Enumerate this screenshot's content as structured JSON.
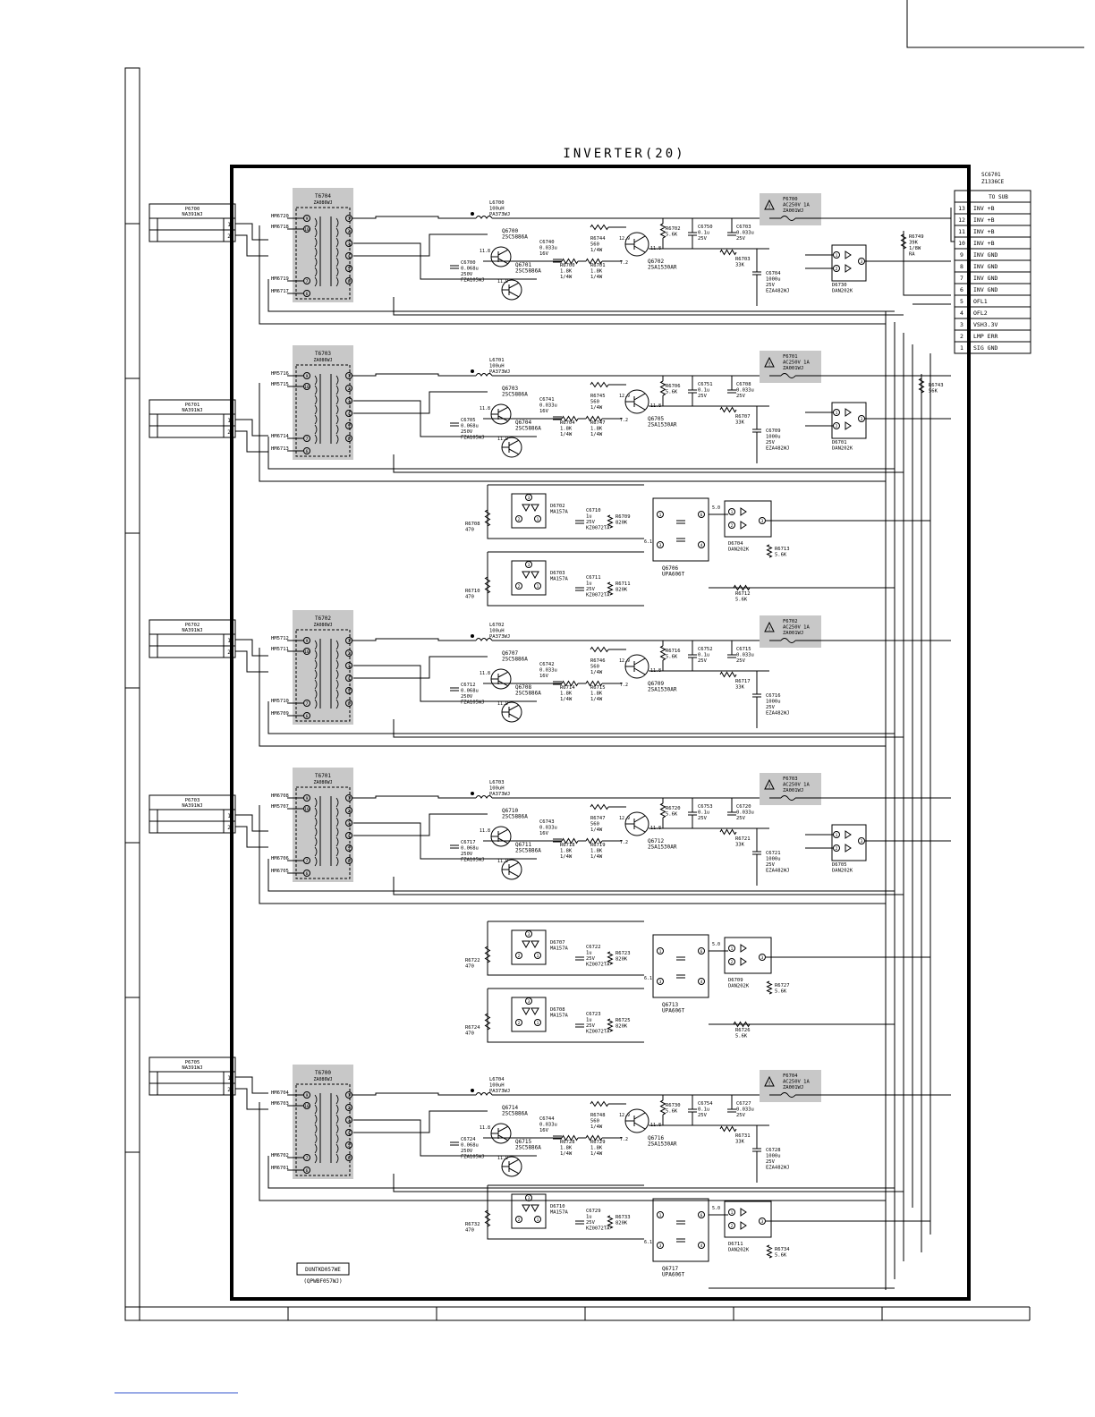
{
  "title": "INVERTER(20)",
  "module_part": "DUNTKD057WE",
  "pwb_part": "(QPWBF057WJ)",
  "sc_connector": {
    "ref": "SC6701",
    "part": "Z1336CE",
    "header": "TO SUB",
    "pins": [
      {
        "num": "13",
        "name": "INV +B"
      },
      {
        "num": "12",
        "name": "INV +B"
      },
      {
        "num": "11",
        "name": "INV +B"
      },
      {
        "num": "10",
        "name": "INV +B"
      },
      {
        "num": "9",
        "name": "INV GND"
      },
      {
        "num": "8",
        "name": "INV GND"
      },
      {
        "num": "7",
        "name": "INV GND"
      },
      {
        "num": "6",
        "name": "INV GND"
      },
      {
        "num": "5",
        "name": "OFL1"
      },
      {
        "num": "4",
        "name": "OFL2"
      },
      {
        "num": "3",
        "name": "VSH3.3V"
      },
      {
        "num": "2",
        "name": "LMP ERR"
      },
      {
        "num": "1",
        "name": "SIG GND"
      }
    ]
  },
  "left_connectors": [
    {
      "ref": "P6700",
      "part": "NA391WJ",
      "pins": [
        "1",
        "2"
      ]
    },
    {
      "ref": "P6701",
      "part": "NA391WJ",
      "pins": [
        "1",
        "2"
      ]
    },
    {
      "ref": "P6702",
      "part": "NA391WJ",
      "pins": [
        "1",
        "2"
      ]
    },
    {
      "ref": "P6703",
      "part": "NA391WJ",
      "pins": [
        "1",
        "2"
      ]
    },
    {
      "ref": "P6705",
      "part": "NA391WJ",
      "pins": [
        "1",
        "2"
      ]
    }
  ],
  "stages": [
    {
      "transformer": "T6704",
      "t_part": "ZA086WJ",
      "hm": [
        "HM6720",
        "HM6718",
        "HM6719",
        "HM6717"
      ],
      "inductor": [
        "L6700",
        "100uH",
        "PA373WJ"
      ],
      "q_upper": [
        "Q6700",
        "2SC5886A"
      ],
      "q_lower": [
        "Q6701",
        "2SC5886A"
      ],
      "q_pnp": [
        "Q6702",
        "2SA1530AR"
      ],
      "c_tank": [
        "C6700",
        "0.068u",
        "250V",
        "FZA105WJ"
      ],
      "c_base": [
        "C6740",
        "0.033u",
        "16V"
      ],
      "r_a": [
        "R6700",
        "1.8K",
        "1/4W"
      ],
      "r_b": [
        "R6701",
        "1.8K",
        "1/4W"
      ],
      "r_c": [
        "R6744",
        "560",
        "1/4W"
      ],
      "r_d": [
        "R6702",
        "5.6K"
      ],
      "c_a": [
        "C6750",
        "0.1u",
        "25V"
      ],
      "c_b": [
        "C6703",
        "0.033u",
        "25V"
      ],
      "r_e": [
        "R6703",
        "33K"
      ],
      "c_big": [
        "C6704",
        "1000u",
        "25V",
        "EZA482WJ"
      ],
      "fuse": [
        "F6700",
        "AC250V 1A",
        "ZA001WJ"
      ],
      "diode": [
        "D6730",
        "DAN202K"
      ]
    },
    {
      "transformer": "T6703",
      "t_part": "ZA086WJ",
      "hm": [
        "HM5716",
        "HM5715",
        "HM6714",
        "HM6713"
      ],
      "inductor": [
        "L6701",
        "100uH",
        "PA373WJ"
      ],
      "q_upper": [
        "Q6703",
        "2SC5886A"
      ],
      "q_lower": [
        "Q6704",
        "2SC5886A"
      ],
      "q_pnp": [
        "Q6705",
        "2SA1530AR"
      ],
      "c_tank": [
        "C6705",
        "0.068u",
        "250V",
        "FZA105WJ"
      ],
      "c_base": [
        "C6741",
        "0.033u",
        "16V"
      ],
      "r_a": [
        "R6704",
        "1.8K",
        "1/4W"
      ],
      "r_b": [
        "R6747",
        "1.8K",
        "1/4W"
      ],
      "r_c": [
        "R6745",
        "560",
        "1/4W"
      ],
      "r_d": [
        "R6706",
        "5.6K"
      ],
      "c_a": [
        "C6751",
        "0.1u",
        "25V"
      ],
      "c_b": [
        "C6708",
        "0.033u",
        "25V"
      ],
      "r_e": [
        "R6707",
        "33K"
      ],
      "c_big": [
        "C6709",
        "1000u",
        "25V",
        "EZA482WJ"
      ],
      "fuse": [
        "F6701",
        "AC250V 1A",
        "ZA001WJ"
      ],
      "diode": [
        "D6701",
        "DAN202K"
      ]
    },
    {
      "transformer": "T6702",
      "t_part": "ZA086WJ",
      "hm": [
        "HM5712",
        "HM5711",
        "HM5710",
        "HM6709"
      ],
      "inductor": [
        "L6702",
        "100uH",
        "PA373WJ"
      ],
      "q_upper": [
        "Q6707",
        "2SC5886A"
      ],
      "q_lower": [
        "Q6708",
        "2SC5886A"
      ],
      "q_pnp": [
        "Q6709",
        "2SA1530AR"
      ],
      "c_tank": [
        "C6712",
        "0.068u",
        "250V",
        "FZA105WJ"
      ],
      "c_base": [
        "C6742",
        "0.033u",
        "16V"
      ],
      "r_a": [
        "R6714",
        "1.8K",
        "1/4W"
      ],
      "r_b": [
        "R6715",
        "1.8K",
        "1/4W"
      ],
      "r_c": [
        "R6746",
        "560",
        "1/4W"
      ],
      "r_d": [
        "R6716",
        "5.6K"
      ],
      "c_a": [
        "C6752",
        "0.1u",
        "25V"
      ],
      "c_b": [
        "C6715",
        "0.033u",
        "25V"
      ],
      "r_e": [
        "R6717",
        "33K"
      ],
      "c_big": [
        "C6716",
        "1000u",
        "25V",
        "EZA482WJ"
      ],
      "fuse": [
        "F6702",
        "AC250V 1A",
        "ZA001WJ"
      ],
      "diode": [
        "",
        ""
      ]
    },
    {
      "transformer": "T6701",
      "t_part": "ZA086WJ",
      "hm": [
        "HM6708",
        "HM5707",
        "HM6706",
        "HM6705"
      ],
      "inductor": [
        "L6703",
        "100uH",
        "PA373WJ"
      ],
      "q_upper": [
        "Q6710",
        "2SC5886A"
      ],
      "q_lower": [
        "Q6711",
        "2SC5886A"
      ],
      "q_pnp": [
        "Q6712",
        "2SA1530AR"
      ],
      "c_tank": [
        "C6717",
        "0.068u",
        "250V",
        "FZA105WJ"
      ],
      "c_base": [
        "C6743",
        "0.033u",
        "16V"
      ],
      "r_a": [
        "R6718",
        "1.8K",
        "1/4W"
      ],
      "r_b": [
        "R6719",
        "1.8K",
        "1/4W"
      ],
      "r_c": [
        "R6747",
        "560",
        "1/4W"
      ],
      "r_d": [
        "R6720",
        "5.6K"
      ],
      "c_a": [
        "C6753",
        "0.1u",
        "25V"
      ],
      "c_b": [
        "C6720",
        "0.033u",
        "25V"
      ],
      "r_e": [
        "R6721",
        "33K"
      ],
      "c_big": [
        "C6721",
        "1000u",
        "25V",
        "EZA482WJ"
      ],
      "fuse": [
        "F6703",
        "AC250V 1A",
        "ZA001WJ"
      ],
      "diode": [
        "D6705",
        "DAN202K"
      ]
    },
    {
      "transformer": "T6700",
      "t_part": "ZA086WJ",
      "hm": [
        "HM6704",
        "HM6703",
        "HM6702",
        "HM6701"
      ],
      "inductor": [
        "L6704",
        "100uH",
        "PA373WJ"
      ],
      "q_upper": [
        "Q6714",
        "2SC5886A"
      ],
      "q_lower": [
        "Q6715",
        "2SC5886A"
      ],
      "q_pnp": [
        "Q6716",
        "2SA1530AR"
      ],
      "c_tank": [
        "C6724",
        "0.068u",
        "250V",
        "FZA105WJ"
      ],
      "c_base": [
        "C6744",
        "0.033u",
        "16V"
      ],
      "r_a": [
        "R6728",
        "1.8K",
        "1/4W"
      ],
      "r_b": [
        "R6729",
        "1.8K",
        "1/4W"
      ],
      "r_c": [
        "R6748",
        "560",
        "1/4W"
      ],
      "r_d": [
        "R6730",
        "5.6K"
      ],
      "c_a": [
        "C6754",
        "0.1u",
        "25V"
      ],
      "c_b": [
        "C6727",
        "0.033u",
        "25V"
      ],
      "r_e": [
        "R6731",
        "33K"
      ],
      "c_big": [
        "C6728",
        "1000u",
        "25V",
        "EZA482WJ"
      ],
      "fuse": [
        "F6704",
        "AC250V 1A",
        "ZA001WJ"
      ],
      "diode": [
        "",
        ""
      ]
    }
  ],
  "right_resistors": [
    {
      "ref": "R6749",
      "value": "39K",
      "extra": "1/8W",
      "extra2": "RA"
    },
    {
      "ref": "R6743",
      "value": "56K",
      "extra": "",
      "extra2": ""
    }
  ],
  "detect_blocks": [
    {
      "rows": [
        {
          "r": [
            "R6708",
            "470"
          ],
          "d": [
            "D6702",
            "MA157A"
          ],
          "c": [
            "C6710",
            "1u",
            "25V",
            "KZ0072TA"
          ],
          "r2": [
            "R6709",
            "820K"
          ]
        },
        {
          "r": [
            "R6710",
            "470"
          ],
          "d": [
            "D6703",
            "MA157A"
          ],
          "c": [
            "C6711",
            "1u",
            "25V",
            "KZ0072TA"
          ],
          "r2": [
            "R6711",
            "820K"
          ]
        }
      ],
      "q": [
        "Q6706",
        "UPA606T"
      ],
      "d_out": [
        "D6704",
        "DAN202K"
      ],
      "r_a": [
        "R6713",
        "5.6K"
      ],
      "r_b": [
        "R6712",
        "5.6K"
      ]
    },
    {
      "rows": [
        {
          "r": [
            "R6722",
            "470"
          ],
          "d": [
            "D6707",
            "MA157A"
          ],
          "c": [
            "C6722",
            "1u",
            "25V",
            "KZ0072TA"
          ],
          "r2": [
            "R6723",
            "820K"
          ]
        },
        {
          "r": [
            "R6724",
            "470"
          ],
          "d": [
            "D6708",
            "MA157A"
          ],
          "c": [
            "C6723",
            "1u",
            "25V",
            "KZ0072TA"
          ],
          "r2": [
            "R6725",
            "820K"
          ]
        }
      ],
      "q": [
        "Q6713",
        "UPA606T"
      ],
      "d_out": [
        "D6709",
        "DAN202K"
      ],
      "r_a": [
        "R6727",
        "5.6K"
      ],
      "r_b": [
        "R6726",
        "5.6K"
      ]
    },
    {
      "rows": [
        {
          "r": [
            "R6732",
            "470"
          ],
          "d": [
            "D6710",
            "MA157A"
          ],
          "c": [
            "C6729",
            "1u",
            "25V",
            "KZ0072TA"
          ],
          "r2": [
            "R6733",
            "820K"
          ]
        }
      ],
      "q": [
        "Q6717",
        "UPA606T"
      ],
      "d_out": [
        "D6711",
        "DAN202K"
      ],
      "r_a": [
        "R6734",
        "5.6K"
      ],
      "r_b": [
        "",
        ""
      ]
    }
  ],
  "node_voltages": {
    "base": "11.8",
    "emit": "11.9",
    "pnp_b": "12.9",
    "pnp_e": "7.2",
    "pnp_c": "11.8",
    "dq": "6.1"
  }
}
